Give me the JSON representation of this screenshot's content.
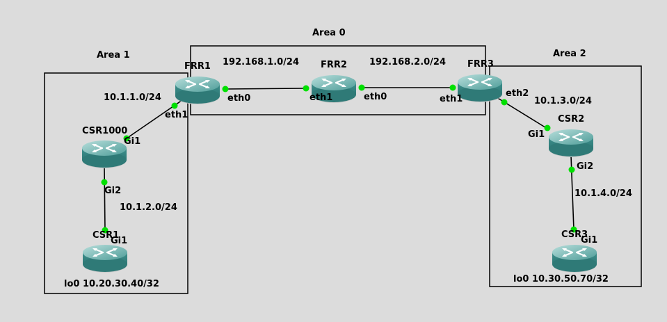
{
  "areas": {
    "area0": "Area 0",
    "area1": "Area 1",
    "area2": "Area 2"
  },
  "routers": {
    "frr1": "FRR1",
    "frr2": "FRR2",
    "frr3": "FRR3",
    "csr1000": "CSR1000",
    "csr1": "CSR1",
    "csr2": "CSR2",
    "csr3": "CSR3"
  },
  "links": {
    "frr1_frr2": {
      "subnet": "192.168.1.0/24",
      "a_port": "eth0",
      "b_port": "eth1"
    },
    "frr2_frr3": {
      "subnet": "192.168.2.0/24",
      "a_port": "eth0",
      "b_port": "eth1"
    },
    "frr1_csr1000": {
      "subnet": "10.1.1.0/24",
      "a_port": "eth1",
      "b_port": "Gi1"
    },
    "csr1000_csr1": {
      "subnet": "10.1.2.0/24",
      "a_port": "Gi2",
      "b_port": "Gi1"
    },
    "frr3_csr2": {
      "subnet": "10.1.3.0/24",
      "a_port": "eth2",
      "b_port": "Gi1"
    },
    "csr2_csr3": {
      "subnet": "10.1.4.0/24",
      "a_port": "Gi2",
      "b_port": "Gi1"
    }
  },
  "loopbacks": {
    "csr1": "lo0 10.20.30.40/32",
    "csr3": "lo0 10.30.50.70/32"
  },
  "colors": {
    "background": "#dcdcdc",
    "router_body": "#3a8a88",
    "router_top": "#8cc5c1",
    "port_dot": "#00e000",
    "line": "#000000"
  }
}
